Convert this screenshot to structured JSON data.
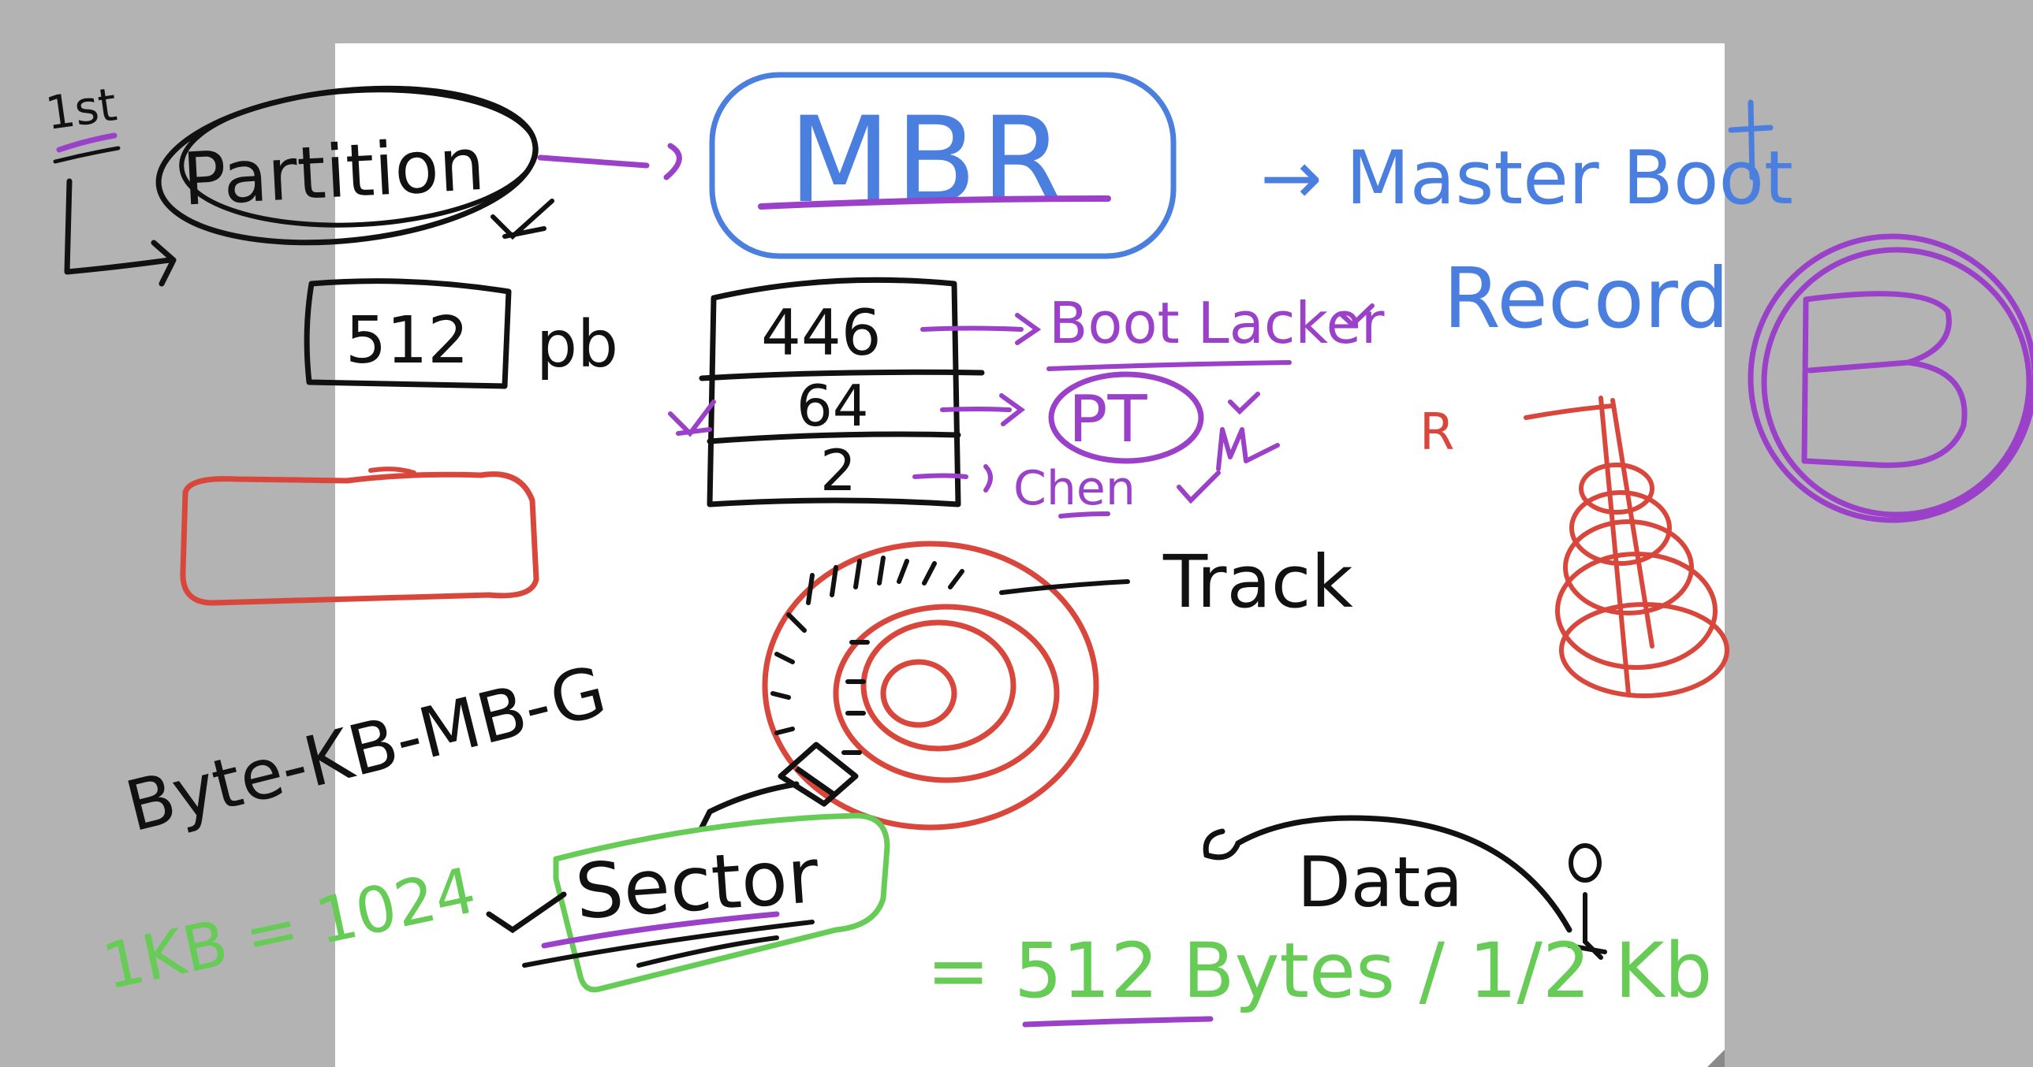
{
  "texts": {
    "first": "1st",
    "partition": "Partition",
    "size_512": "512",
    "size_unit": "pb",
    "mbr": "MBR",
    "mbr_expansion_1": "→ Master Boot",
    "mbr_expansion_2": "Record",
    "table_446": "446",
    "table_64": "64",
    "table_2": "2",
    "bootloader": "Boot Lacker",
    "pt": "PT",
    "check": "Chen",
    "r_label": "R",
    "track": "Track",
    "units": "Byte-KB-MB-G",
    "kb": "1KB = 1024",
    "sector": "Sector",
    "data": "Data",
    "sector_size": "= 512 Bytes / 1/2 Kb",
    "big_b": "B"
  },
  "colors": {
    "background": "#b3b3b3",
    "board": "#ffffff",
    "ink_black": "#111111",
    "ink_purple": "#9b40c9",
    "ink_blue": "#4a7fe0",
    "ink_red": "#d9473c",
    "ink_green": "#66cc55"
  }
}
